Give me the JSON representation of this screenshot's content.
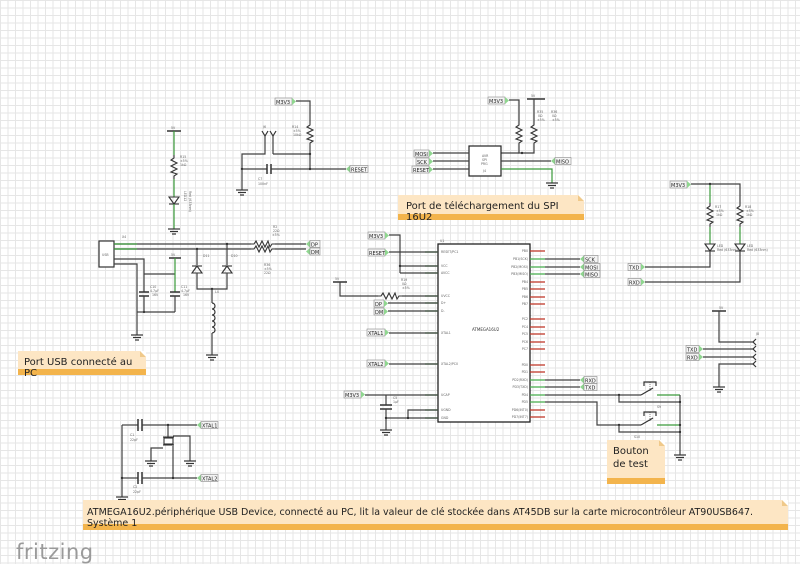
{
  "app": {
    "logo": "fritzing"
  },
  "notes": {
    "usb_port": "Port USB connecté au PC",
    "spi_port": "Port de téléchargement du SPI 16U2",
    "test_button": [
      "Bouton",
      "de test"
    ],
    "main": "ATMEGA16U2.périphérique USB Device, connecté au PC, lit la valeur de clé stockée dans AT45DB sur la carte microcontrôleur AT90USB647. Système 1"
  },
  "net_labels": {
    "m3v3": "M3V3",
    "reset": "RESET",
    "mosi": "MOSI",
    "sck": "SCK",
    "miso": "MISO",
    "dp": "DP",
    "dm": "DM",
    "xtal1": "XTAL1",
    "xtal2": "XTAL2",
    "txd": "TXD",
    "rxd": "RXD"
  },
  "components": {
    "r15": {
      "name": "R15",
      "tol": "±5%",
      "value": "1kΩ"
    },
    "led12": {
      "name": "LED12",
      "value": "Red (633nm)"
    },
    "r14": {
      "name": "R14",
      "tol": "±5%",
      "value": "10kΩ"
    },
    "c7": {
      "name": "C7",
      "value": "100nF"
    },
    "j6": {
      "name": "J6"
    },
    "j4": {
      "name": "J4",
      "lines": [
        "AVR",
        "SPI",
        "PRG"
      ]
    },
    "r35": {
      "name": "R35",
      "value": "0Ω",
      "tol": "±5%"
    },
    "r36_spi": {
      "name": "R36",
      "value": "0Ω",
      "tol": "±5%"
    },
    "r17": {
      "name": "R17",
      "tol": "±5%",
      "value": "1kΩ"
    },
    "r18": {
      "name": "R18",
      "tol": "±5%",
      "value": "1kΩ"
    },
    "led_txd": {
      "name": "LED",
      "value": "Red (633nm)"
    },
    "led_rxd": {
      "name": "LED",
      "value": "Red (633nm)"
    },
    "x4": {
      "name": "X4",
      "body": "USB"
    },
    "c10": {
      "name": "C10",
      "value": "4.7μF",
      "volt": "16V"
    },
    "c11": {
      "name": "C11",
      "value": "4.7μF",
      "volt": "16V"
    },
    "d11": {
      "name": "D11"
    },
    "d10": {
      "name": "D10"
    },
    "l4": {
      "name": "L4"
    },
    "r2": {
      "name": "R2",
      "value": "22Ω",
      "tol": "±5%"
    },
    "r36": {
      "name": "R36",
      "tol": "±5%",
      "value": "22Ω"
    },
    "r19": {
      "name": "R19",
      "value": "0Ω",
      "tol": "±5%"
    },
    "c5": {
      "name": "C5",
      "value": "1μF"
    },
    "c1": {
      "name": "C1",
      "value": "22pF"
    },
    "c2": {
      "name": "C2",
      "value": "22pF"
    },
    "s9": {
      "name": "S9"
    },
    "s10": {
      "name": "S10"
    },
    "j8": {
      "name": "J8"
    },
    "supply": {
      "label": "5V"
    }
  },
  "ic": {
    "ref": "U1",
    "part": "ATMEGA16U2",
    "left_pins": [
      "RESET/PC1",
      "VCC",
      "AVCC",
      "UVCC",
      "D+",
      "D-",
      "XTAL1",
      "XTAL2/PC0",
      "UCAP",
      "UGND",
      "GND"
    ],
    "right_pins": [
      "PB0",
      "PB1(SCK)",
      "PB2(MOSI)",
      "PB3(MISO)",
      "PB4",
      "PB5",
      "PB6",
      "PB7",
      "PC2",
      "PC4",
      "PC5",
      "PC6",
      "PC7",
      "PD0",
      "PD1",
      "PD2(RXD)",
      "PD3(TXD)",
      "PD4",
      "PD5",
      "PD6(INT0)",
      "PD7(INT7)"
    ]
  }
}
